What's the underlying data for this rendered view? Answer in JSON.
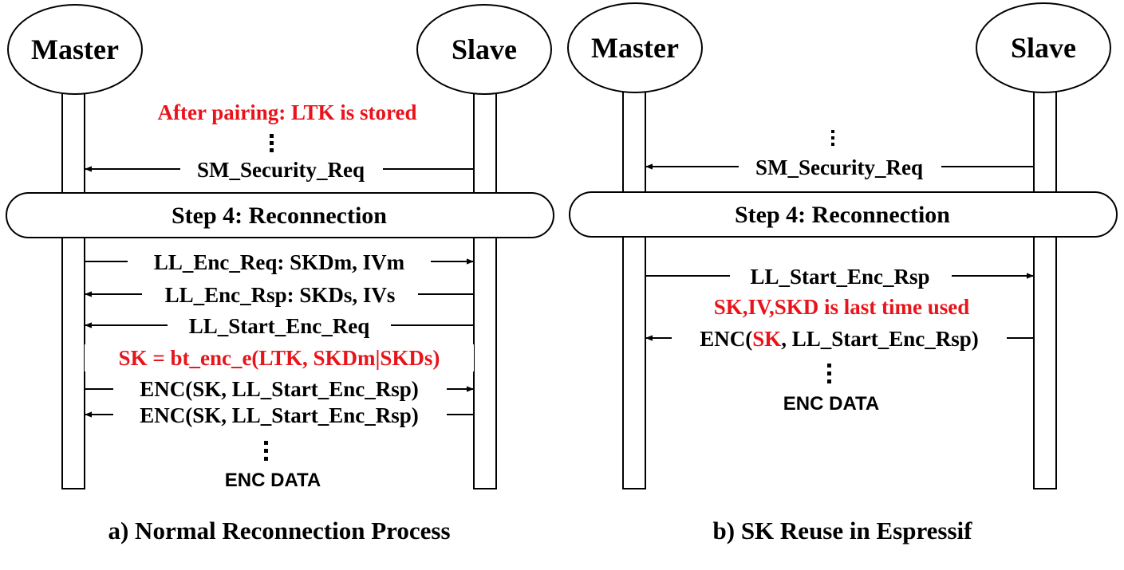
{
  "panel_a": {
    "master": "Master",
    "slave": "Slave",
    "note_after_pairing": "After pairing: LTK is stored",
    "msg_security_req": "SM_Security_Req",
    "step4": "Step 4: Reconnection",
    "msg_enc_req": "LL_Enc_Req: SKDm, IVm",
    "msg_enc_rsp": "LL_Enc_Rsp: SKDs, IVs",
    "msg_start_enc_req": "LL_Start_Enc_Req",
    "note_sk": "SK = bt_enc_e(LTK, SKDm|SKDs)",
    "msg_enc_start_rsp_1": "ENC(SK, LL_Start_Enc_Rsp)",
    "msg_enc_start_rsp_2": "ENC(SK, LL_Start_Enc_Rsp)",
    "enc_data": "ENC DATA",
    "caption": "a) Normal Reconnection Process"
  },
  "panel_b": {
    "master": "Master",
    "slave": "Slave",
    "msg_security_req": "SM_Security_Req",
    "step4": "Step 4: Reconnection",
    "msg_start_enc_rsp": "LL_Start_Enc_Rsp",
    "note_reuse": "SK,IV,SKD is last time used",
    "msg_enc_prefix": "ENC(",
    "msg_enc_sk": "SK",
    "msg_enc_suffix": ", LL_Start_Enc_Rsp)",
    "enc_data": "ENC DATA",
    "caption": "b) SK Reuse in Espressif"
  },
  "colors": {
    "highlight": "#e8141b",
    "line": "#000000"
  }
}
